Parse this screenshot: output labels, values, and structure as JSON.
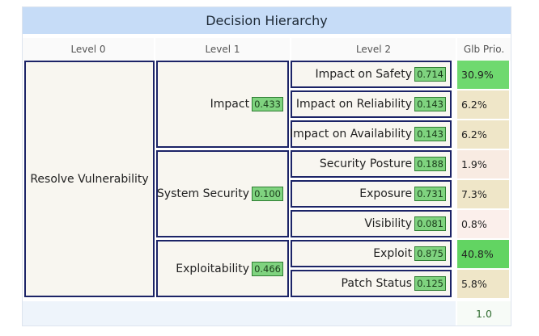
{
  "title": "Decision Hierarchy",
  "headers": [
    "Level 0",
    "Level 1",
    "Level 2",
    "Glb Prio."
  ],
  "level0": {
    "label": "Resolve Vulnerability"
  },
  "level1": [
    {
      "label": "Impact",
      "value": "0.433"
    },
    {
      "label": "System Security",
      "value": "0.100"
    },
    {
      "label": "Exploitability",
      "value": "0.466"
    }
  ],
  "level2": [
    {
      "label": "Impact on Safety",
      "value": "0.714",
      "glb": "30.9%",
      "glb_color": "#6fd96f"
    },
    {
      "label": "Impact on Reliability",
      "value": "0.143",
      "glb": "6.2%",
      "glb_color": "#efe6c8"
    },
    {
      "label": "Impact on Availability",
      "value": "0.143",
      "glb": "6.2%",
      "glb_color": "#efe6c8"
    },
    {
      "label": "Security Posture",
      "value": "0.188",
      "glb": "1.9%",
      "glb_color": "#f8ebe2"
    },
    {
      "label": "Exposure",
      "value": "0.731",
      "glb": "7.3%",
      "glb_color": "#efe6c8"
    },
    {
      "label": "Visibility",
      "value": "0.081",
      "glb": "0.8%",
      "glb_color": "#fbefeb"
    },
    {
      "label": "Exploit",
      "value": "0.875",
      "glb": "40.8%",
      "glb_color": "#62d462"
    },
    {
      "label": "Patch Status",
      "value": "0.125",
      "glb": "5.8%",
      "glb_color": "#efe6c8"
    }
  ],
  "total": "1.0"
}
